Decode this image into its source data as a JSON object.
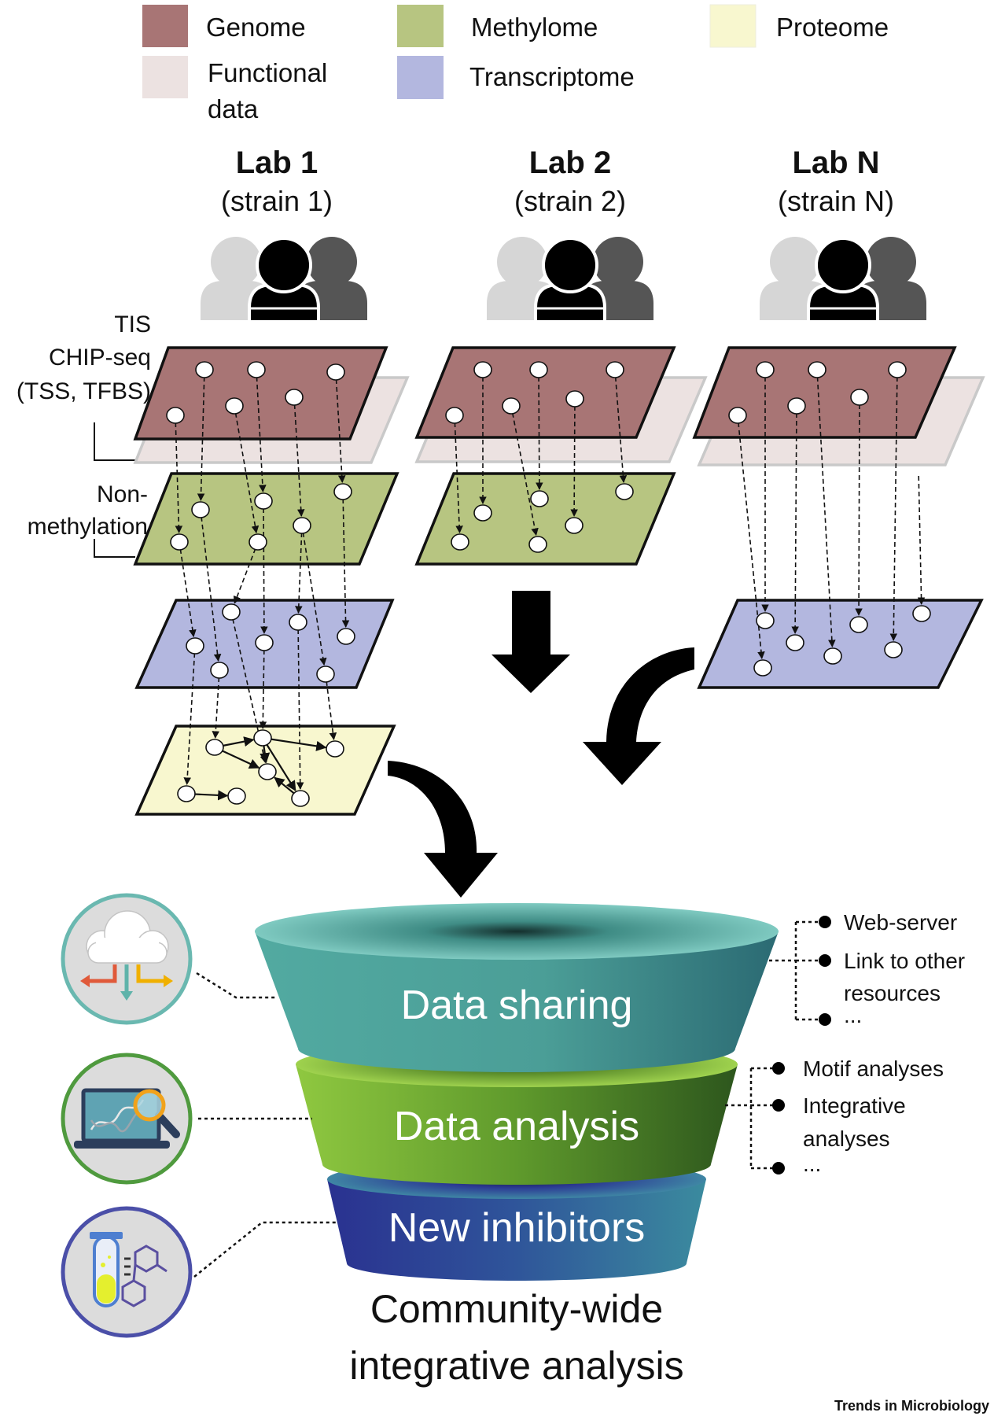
{
  "legend": {
    "genome": {
      "label": "Genome",
      "color": "#a87575"
    },
    "functional": {
      "label_line1": "Functional",
      "label_line2": "data",
      "color": "#ece2e1"
    },
    "methylome": {
      "label": "Methylome",
      "color": "#b7c581"
    },
    "transcriptome": {
      "label": "Transcriptome",
      "color": "#b3b7df"
    },
    "proteome": {
      "label": "Proteome",
      "color": "#f8f7cf"
    }
  },
  "labs": [
    {
      "title": "Lab 1",
      "subtitle": "(strain 1)"
    },
    {
      "title": "Lab 2",
      "subtitle": "(strain 2)"
    },
    {
      "title": "Lab N",
      "subtitle": "(strain N)"
    }
  ],
  "side_labels": {
    "functional_lines": [
      "TIS",
      "CHIP-seq",
      "(TSS, TFBS)"
    ],
    "methylation_lines": [
      "Non-",
      "methylation"
    ]
  },
  "funnel": {
    "stages": [
      {
        "label": "Data sharing",
        "icon": "cloud-sync-icon",
        "ring_color": "#6ab8b0",
        "bullets": [
          {
            "lines": [
              "Web-server"
            ]
          },
          {
            "lines": [
              "Link to other",
              "resources"
            ]
          },
          {
            "lines": [
              "..."
            ]
          }
        ]
      },
      {
        "label": "Data analysis",
        "icon": "dna-laptop-search-icon",
        "ring_color": "#4f9a3e",
        "bullets": [
          {
            "lines": [
              "Motif analyses"
            ]
          },
          {
            "lines": [
              "Integrative",
              "analyses"
            ]
          },
          {
            "lines": [
              "..."
            ]
          }
        ]
      },
      {
        "label": "New inhibitors",
        "icon": "test-tube-molecule-icon",
        "ring_color": "#4b4fa8",
        "bullets": []
      }
    ]
  },
  "caption": {
    "line1": "Community-wide",
    "line2": "integrative analysis"
  },
  "footer": "Trends in Microbiology"
}
